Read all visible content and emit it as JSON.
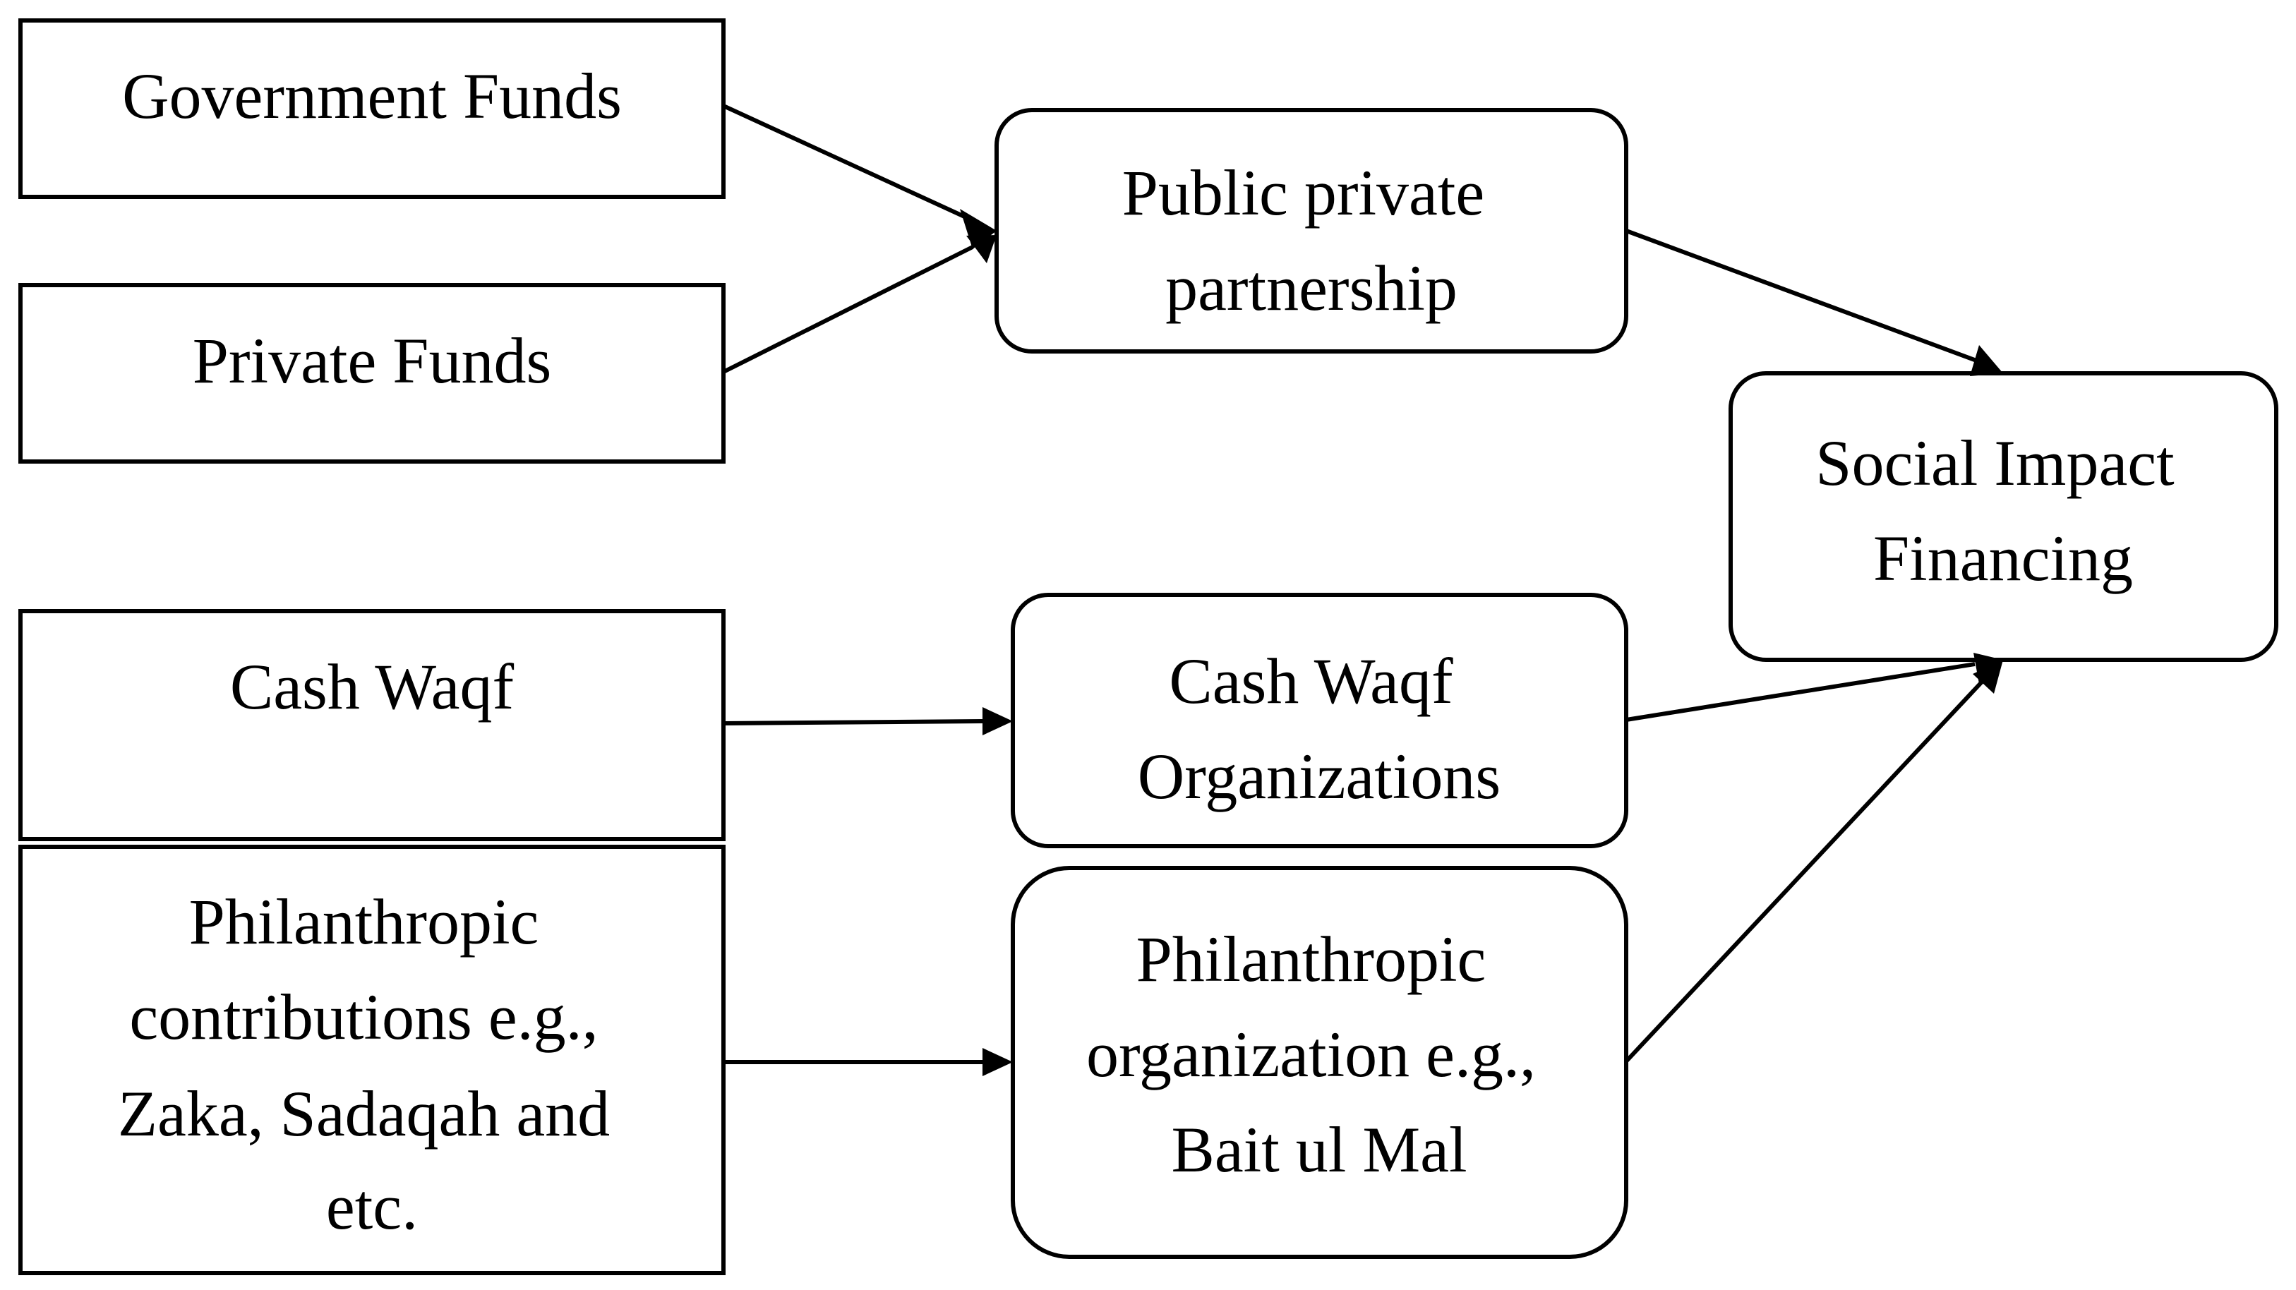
{
  "nodes": {
    "government_funds": {
      "lines": [
        "Government Funds"
      ]
    },
    "private_funds": {
      "lines": [
        "Private Funds"
      ]
    },
    "cash_waqf": {
      "lines": [
        "Cash Waqf"
      ]
    },
    "philanthropic_contributions": {
      "lines": [
        "Philanthropic",
        "contributions e.g.,",
        "Zaka, Sadaqah and",
        "etc."
      ]
    },
    "public_private_partnership": {
      "lines": [
        "Public private",
        "partnership"
      ]
    },
    "cash_waqf_organizations": {
      "lines": [
        "Cash Waqf",
        "Organizations"
      ]
    },
    "philanthropic_organization": {
      "lines": [
        "Philanthropic",
        "organization e.g.,",
        "Bait ul Mal"
      ]
    },
    "social_impact_financing": {
      "lines": [
        "Social Impact",
        "Financing"
      ]
    }
  },
  "edges": [
    {
      "from": "government_funds",
      "to": "public_private_partnership"
    },
    {
      "from": "private_funds",
      "to": "public_private_partnership"
    },
    {
      "from": "cash_waqf",
      "to": "cash_waqf_organizations"
    },
    {
      "from": "philanthropic_contributions",
      "to": "philanthropic_organization"
    },
    {
      "from": "public_private_partnership",
      "to": "social_impact_financing"
    },
    {
      "from": "cash_waqf_organizations",
      "to": "social_impact_financing"
    },
    {
      "from": "philanthropic_organization",
      "to": "social_impact_financing"
    }
  ],
  "colors": {
    "stroke": "#000000",
    "background": "#ffffff",
    "text": "#000000"
  }
}
